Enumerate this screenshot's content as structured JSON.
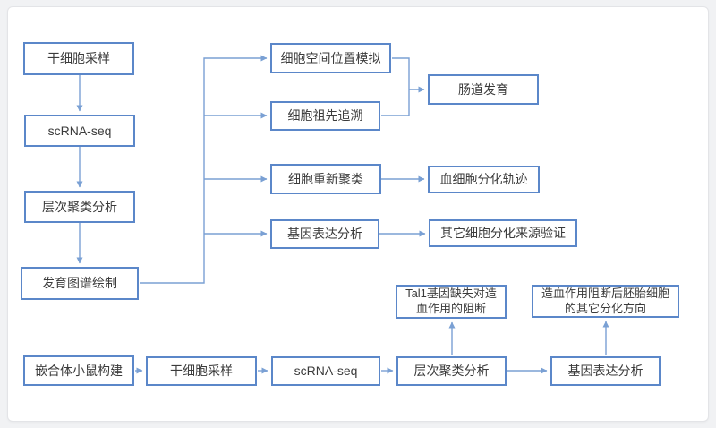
{
  "colors": {
    "page_background": "#f1f2f4",
    "card_background": "#ffffff",
    "node_border": "#5b87c9",
    "connector": "#7aa0d4",
    "text": "#3b3b3b"
  },
  "nodes": {
    "a1": {
      "label": "干细胞采样"
    },
    "a2": {
      "label": "scRNA-seq"
    },
    "a3": {
      "label": "层次聚类分析"
    },
    "a4": {
      "label": "发育图谱绘制"
    },
    "b1": {
      "label": "细胞空间位置模拟"
    },
    "b2": {
      "label": "细胞祖先追溯"
    },
    "b3": {
      "label": "细胞重新聚类"
    },
    "b4": {
      "label": "基因表达分析"
    },
    "c1": {
      "label": "肠道发育"
    },
    "c2": {
      "label": "血细胞分化轨迹"
    },
    "c3": {
      "label": "其它细胞分化来源验证"
    },
    "d1": {
      "label": "嵌合体小鼠构建"
    },
    "d2": {
      "label": "干细胞采样"
    },
    "d3": {
      "label": "scRNA-seq"
    },
    "d4": {
      "label": "层次聚类分析"
    },
    "d5": {
      "label": "基因表达分析"
    },
    "e1": {
      "label": "Tal1基因缺失对造血作用的阻断"
    },
    "e2": {
      "label": "造血作用阻断后胚胎细胞的其它分化方向"
    }
  }
}
